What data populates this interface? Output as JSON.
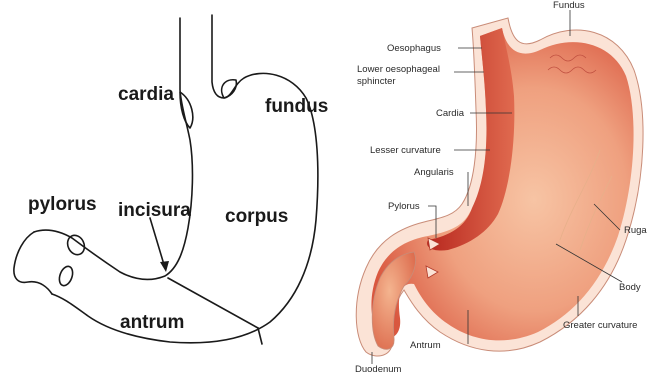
{
  "left_diagram": {
    "labels": {
      "cardia": "cardia",
      "fundus": "fundus",
      "pylorus": "pylorus",
      "incisura": "incisura",
      "corpus": "corpus",
      "antrum": "antrum"
    }
  },
  "right_diagram": {
    "labels": {
      "fundus": "Fundus",
      "oesophagus": "Oesophagus",
      "lower_sphincter_line1": "Lower oesophageal",
      "lower_sphincter_line2": "sphincter",
      "cardia": "Cardia",
      "lesser_curvature": "Lesser curvature",
      "angularis": "Angularis",
      "pylorus": "Pylorus",
      "ruga": "Ruga",
      "body": "Body",
      "greater_curvature": "Greater curvature",
      "antrum": "Antrum",
      "duodenum": "Duodenum"
    },
    "colors": {
      "wall_dark": "#c8342a",
      "wall_mid": "#e5705a",
      "interior": "#f3b08f",
      "rim": "#fbe3d6"
    }
  }
}
